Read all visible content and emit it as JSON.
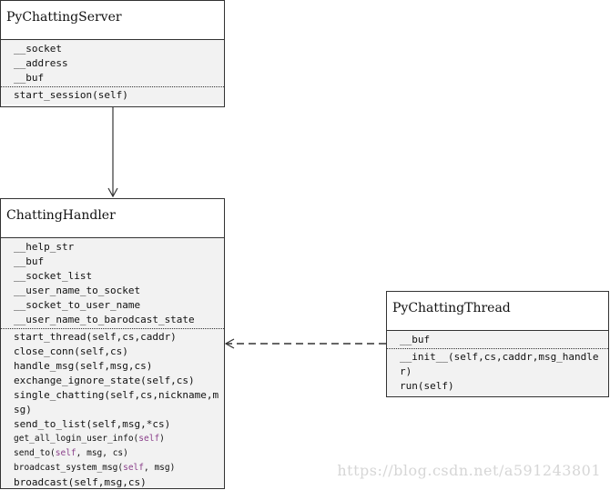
{
  "classes": {
    "server": {
      "name": "PyChattingServer",
      "attributes": [
        "__socket",
        "__address",
        "__buf"
      ],
      "methods": [
        "start_session(self)"
      ]
    },
    "handler": {
      "name": "ChattingHandler",
      "attributes": [
        "__help_str",
        "__buf",
        "__socket_list",
        "__user_name_to_socket",
        "__socket_to_user_name",
        "__user_name_to_barodcast_state"
      ],
      "methods": [
        "start_thread(self,cs,caddr)",
        "close_conn(self,cs)",
        "handle_msg(self,msg,cs)",
        "exchange_ignore_state(self,cs)",
        "single_chatting(self,cs,nickname,msg)",
        "send_to_list(self,msg,*cs)",
        "get_all_login_user_info(self)",
        "send_to(self, msg, cs)",
        "broadcast_system_msg(self, msg)",
        "broadcast(self,msg,cs)"
      ]
    },
    "thread": {
      "name": "PyChattingThread",
      "attributes": [
        "__buf"
      ],
      "methods": [
        "__init__(self,cs,caddr,msg_handler)",
        "run(self)"
      ]
    }
  },
  "handler_method_parts": {
    "get_all_login_user_info": {
      "pre": "get_all_login_user_info(",
      "kw": "self",
      "post": ")"
    },
    "send_to": {
      "pre": "send_to(",
      "kw": "self",
      "post": ", msg, cs)"
    },
    "broadcast_system_msg": {
      "pre": "broadcast_system_msg(",
      "kw": "self",
      "post": ", msg)"
    }
  },
  "watermark": "https://blog.csdn.net/a591243801",
  "colors": {
    "keyword": "#8a3f8a",
    "box_body": "#f2f2f2",
    "line": "#333333"
  }
}
